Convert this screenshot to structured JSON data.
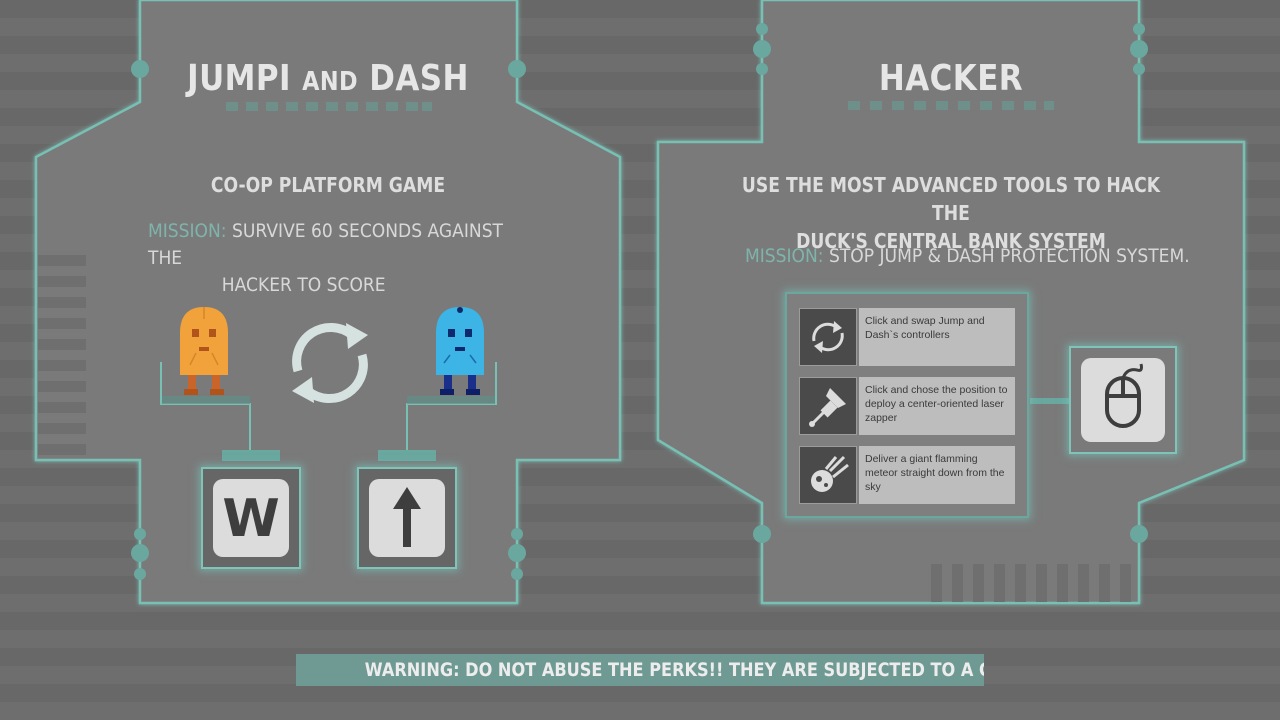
{
  "left_panel": {
    "title_a": "JUMPI",
    "title_and": "AND",
    "title_b": "DASH",
    "subtitle": "CO-OP PLATFORM GAME",
    "mission_label": "MISSION:",
    "mission_line1": "SURVIVE 60 SECONDS AGAINST THE",
    "mission_line2": "HACKER TO SCORE",
    "key_left": "W",
    "key_right_icon": "up-arrow-icon",
    "swap_icon": "swap-cycle-icon",
    "characters": [
      "jumpi-orange-character",
      "dash-blue-character"
    ]
  },
  "right_panel": {
    "title": "HACKER",
    "subtitle_line1": "USE THE MOST ADVANCED TOOLS TO HACK THE",
    "subtitle_line2": "DUCK'S CENTRAL BANK SYSTEM",
    "mission_label": "MISSION:",
    "mission_text": "STOP JUMP & DASH PROTECTION SYSTEM.",
    "tools": [
      {
        "icon": "swap-icon",
        "text": "Click and swap Jump and Dash`s controllers"
      },
      {
        "icon": "laser-zapper-icon",
        "text": "Click and chose the position to deploy a center-oriented laser zapper"
      },
      {
        "icon": "meteor-icon",
        "text": "Deliver a giant flamming meteor straight down from the sky"
      }
    ],
    "input_icon": "mouse-icon"
  },
  "warning": "WARNING: DO NOT ABUSE THE PERKS!! THEY ARE SUBJECTED TO A COOLDOWN TIME!",
  "colors": {
    "accent": "#7fc3b9",
    "panel": "#7a7a7a",
    "orange": "#f2a23a",
    "blue": "#3cb4e6"
  }
}
